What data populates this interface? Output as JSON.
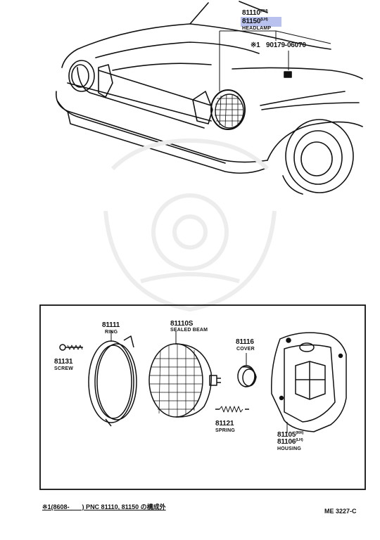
{
  "header": {
    "pn_rh": "81110",
    "pn_rh_suffix": "(RH)",
    "pn_lh": "81150",
    "pn_lh_suffix": "(LH)",
    "name": "HEADLAMP",
    "note_mark": "※1",
    "note_part": "90179-06070"
  },
  "parts": {
    "ring": {
      "pn": "81111",
      "name": "RING"
    },
    "sealed_beam": {
      "pn": "81110S",
      "name": "SEALED BEAM"
    },
    "cover": {
      "pn": "81116",
      "name": "COVER"
    },
    "screw": {
      "pn": "81131",
      "name": "SCREW"
    },
    "spring": {
      "pn": "81121",
      "name": "SPRING"
    },
    "housing": {
      "pn_rh": "81105",
      "pn_rh_suffix": "(RH)",
      "pn_lh": "81106",
      "pn_lh_suffix": "(LH)",
      "name": "HOUSING"
    }
  },
  "footer": {
    "note": "※1(8608-　　) PNC 81110, 81150 の構成外",
    "code": "ME 3227-C"
  },
  "colors": {
    "highlight": "#b9c2ee",
    "ink": "#111111"
  }
}
